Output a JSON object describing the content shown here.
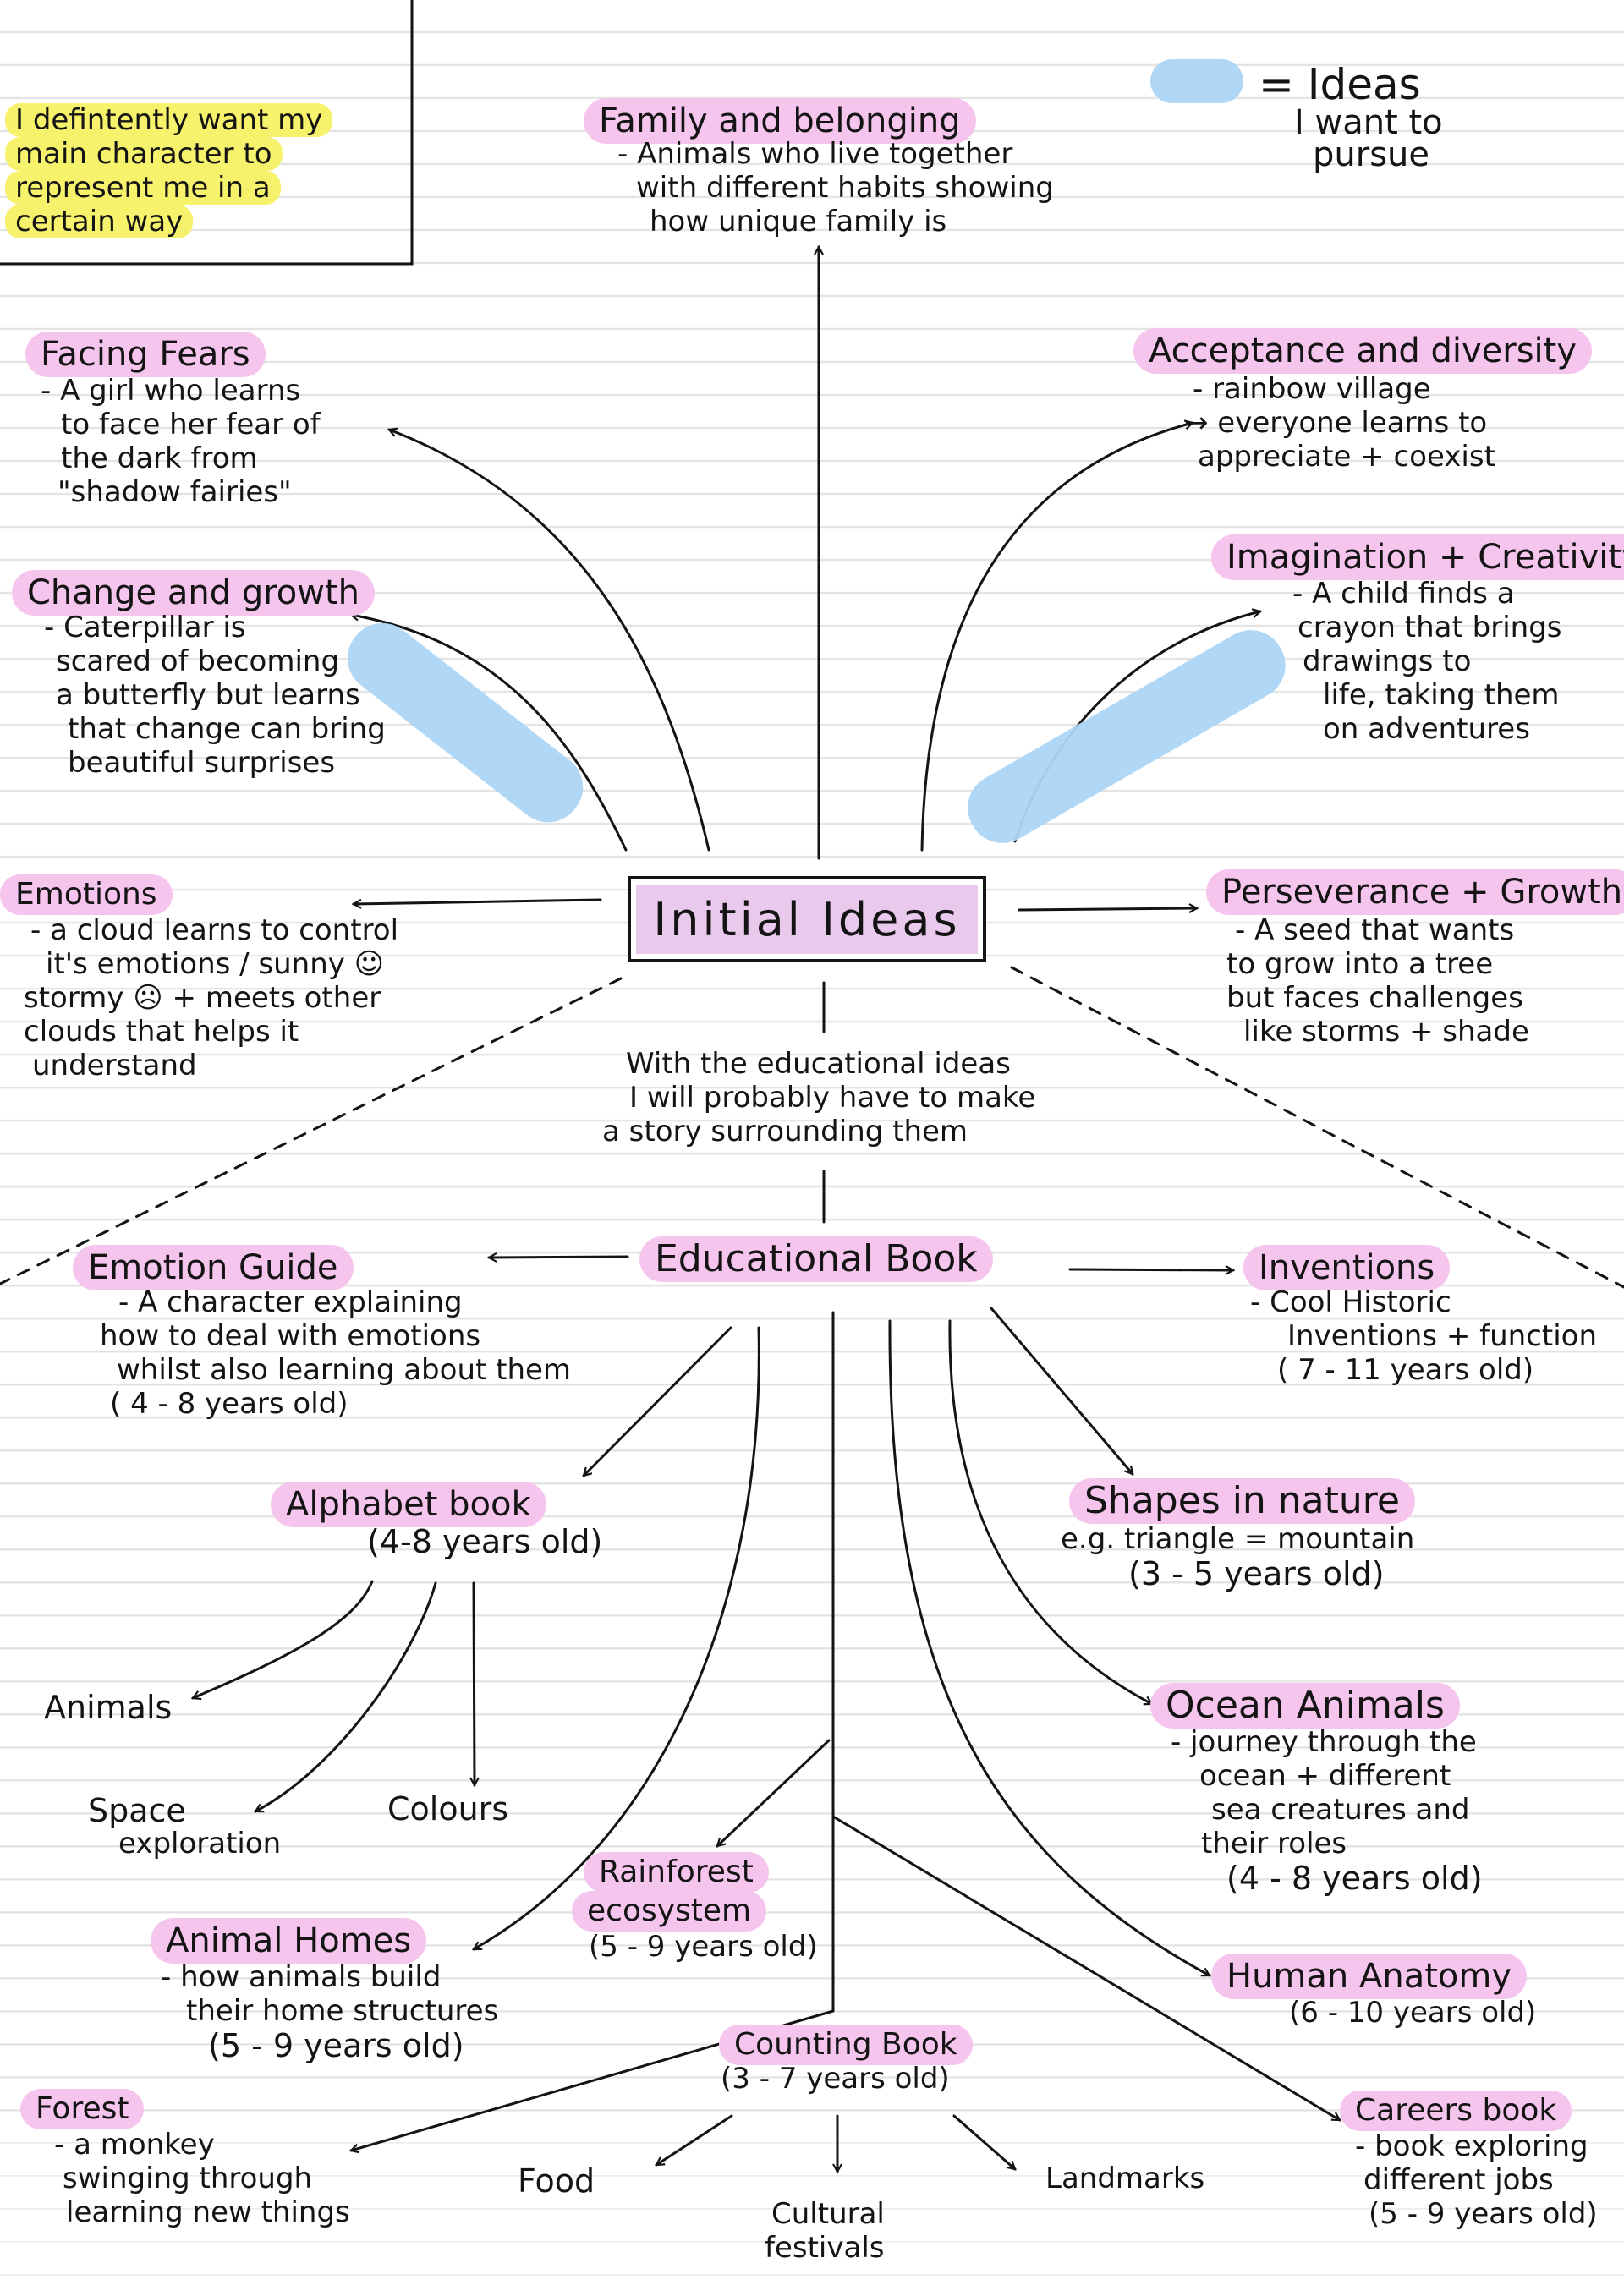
{
  "note": {
    "lines": [
      "I defintently want my",
      "main character to",
      "represent me in a",
      "certain way"
    ]
  },
  "legend": {
    "symbol": "= Ideas",
    "lines": [
      "I want to",
      "pursue"
    ],
    "highlight_color": "#acd6f6"
  },
  "colors": {
    "pink_label": "#f6c5ee",
    "yellow_highlight": "#f7f26b",
    "blue_highlight": "#acd6f6",
    "ink": "#141414"
  },
  "initial": {
    "title": "Initial Ideas",
    "nodes": {
      "family": {
        "title": "Family and belonging",
        "lines": [
          "- Animals who live together",
          "with different habits showing",
          "how unique family is"
        ]
      },
      "fears": {
        "title": "Facing Fears",
        "lines": [
          "- A girl who learns",
          "to face her fear of",
          "the dark from",
          "\"shadow fairies\""
        ]
      },
      "change": {
        "title": "Change and growth",
        "lines": [
          "- Caterpillar is",
          "scared of becoming",
          "a butterfly but learns",
          "that change can bring",
          "beautiful surprises"
        ]
      },
      "emotions": {
        "title": "Emotions",
        "lines": [
          "- a cloud learns to control",
          "it's emotions / sunny ☺",
          "stormy ☹ + meets other",
          "clouds that helps it",
          "understand"
        ]
      },
      "acceptance": {
        "title": "Acceptance and diversity",
        "lines": [
          "- rainbow village",
          "→ everyone learns to",
          "appreciate + coexist"
        ]
      },
      "imagination": {
        "title": "Imagination + Creativity",
        "lines": [
          "- A child finds a",
          "crayon that brings",
          "drawings to",
          "life, taking them",
          "on adventures"
        ]
      },
      "perseverance": {
        "title": "Perseverance + Growth",
        "lines": [
          "- A seed that wants",
          "to grow into a tree",
          "but faces challenges",
          "like storms + shade"
        ]
      }
    }
  },
  "bridge_note": {
    "lines": [
      "With the educational ideas",
      "I will probably have to make",
      "a story surrounding them"
    ]
  },
  "educational": {
    "title": "Educational Book",
    "emotion_guide": {
      "title": "Emotion Guide",
      "lines": [
        "- A character explaining",
        "how to deal with emotions",
        "whilst also learning about them",
        "( 4 - 8 years old)"
      ]
    },
    "inventions": {
      "title": "Inventions",
      "lines": [
        "- Cool Historic",
        "Inventions + function",
        "( 7 - 11 years old)"
      ]
    },
    "alphabet": {
      "title": "Alphabet book",
      "age": "(4-8 years old)",
      "topics": [
        "Animals",
        "Space",
        "exploration",
        "Colours"
      ]
    },
    "shapes": {
      "title": "Shapes in nature",
      "lines": [
        "e.g. triangle = mountain",
        "(3 - 5 years old)"
      ]
    },
    "ocean": {
      "title": "Ocean Animals",
      "lines": [
        "- journey through the",
        "ocean + different",
        "sea creatures and",
        "their roles",
        "(4 - 8 years old)"
      ]
    },
    "rainforest": {
      "title": [
        "Rainforest",
        "ecosystem"
      ],
      "age": "(5 - 9 years old)"
    },
    "animal_homes": {
      "title": "Animal Homes",
      "lines": [
        "- how animals build",
        "their home structures",
        "(5 - 9 years old)"
      ]
    },
    "human": {
      "title": "Human Anatomy",
      "age": "(6 - 10 years old)"
    },
    "counting": {
      "title": "Counting Book",
      "age": "(3 - 7 years old)",
      "topics": [
        "Food",
        "Cultural",
        "festivals",
        "Landmarks"
      ]
    },
    "forest": {
      "title": "Forest",
      "lines": [
        "- a monkey",
        "swinging through",
        "learning new things"
      ]
    },
    "careers": {
      "title": "Careers book",
      "lines": [
        "- book exploring",
        "different jobs",
        "(5 - 9 years old)"
      ]
    }
  }
}
